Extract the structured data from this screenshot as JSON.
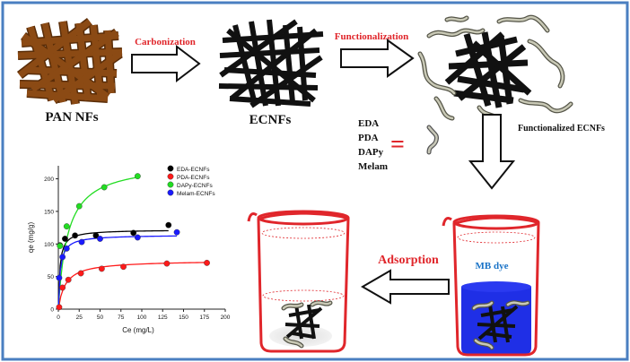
{
  "colors": {
    "frame": "#4a7fc1",
    "accent_red": "#e0262b",
    "pan_brown": "#8b4a14",
    "fiber_black": "#111111",
    "worm": "#8f8f80",
    "dye_blue": "#1f2fe6",
    "series": [
      "#000000",
      "#ff1a1a",
      "#22dd22",
      "#1a1aff"
    ]
  },
  "stage1": {
    "label": "PAN NFs"
  },
  "stage2": {
    "label": "ECNFs",
    "arrow_label": "Carbonization"
  },
  "stage3": {
    "arrow_label": "Functionalization",
    "side_label": "Functionalized ECNFs"
  },
  "reagents": {
    "items": [
      "EDA",
      "PDA",
      "DAPy",
      "Melam"
    ],
    "equals": "="
  },
  "beaker_right": {
    "label": "MB dye"
  },
  "adsorption": {
    "label": "Adsorption"
  },
  "chart_data": {
    "type": "scatter",
    "xlabel": "Ce (mg/L)",
    "ylabel": "qe (mg/g)",
    "xlim": [
      0,
      200
    ],
    "ylim": [
      0,
      220
    ],
    "x_ticks": [
      0,
      25,
      50,
      75,
      100,
      125,
      150,
      175,
      200
    ],
    "y_ticks": [
      0,
      50,
      100,
      150,
      200
    ],
    "legend_position": "top-right",
    "series": [
      {
        "name": "EDA-ECNFs",
        "color": "#000000",
        "x": [
          2,
          8,
          20,
          45,
          90,
          132
        ],
        "y": [
          98,
          108,
          113,
          113,
          117,
          129
        ],
        "fit": {
          "qm": 122,
          "k": 0.55
        }
      },
      {
        "name": "PDA-ECNFs",
        "color": "#ff1a1a",
        "x": [
          1,
          5,
          12,
          27,
          52,
          78,
          130,
          178
        ],
        "y": [
          3,
          33,
          45,
          55,
          62,
          65,
          70,
          71
        ],
        "fit": {
          "qm": 75,
          "k": 0.12
        }
      },
      {
        "name": "DAPy-ECNFs",
        "color": "#22dd22",
        "x": [
          2,
          10,
          25,
          55,
          95
        ],
        "y": [
          97,
          127,
          158,
          187,
          204
        ],
        "fit": {
          "qm": 226,
          "k": 0.09
        }
      },
      {
        "name": "Melam-ECNFs",
        "color": "#1a1aff",
        "x": [
          1,
          5,
          10,
          28,
          50,
          95,
          142
        ],
        "y": [
          48,
          80,
          93,
          103,
          108,
          110,
          118
        ],
        "fit": {
          "qm": 114,
          "k": 0.45
        }
      }
    ]
  }
}
